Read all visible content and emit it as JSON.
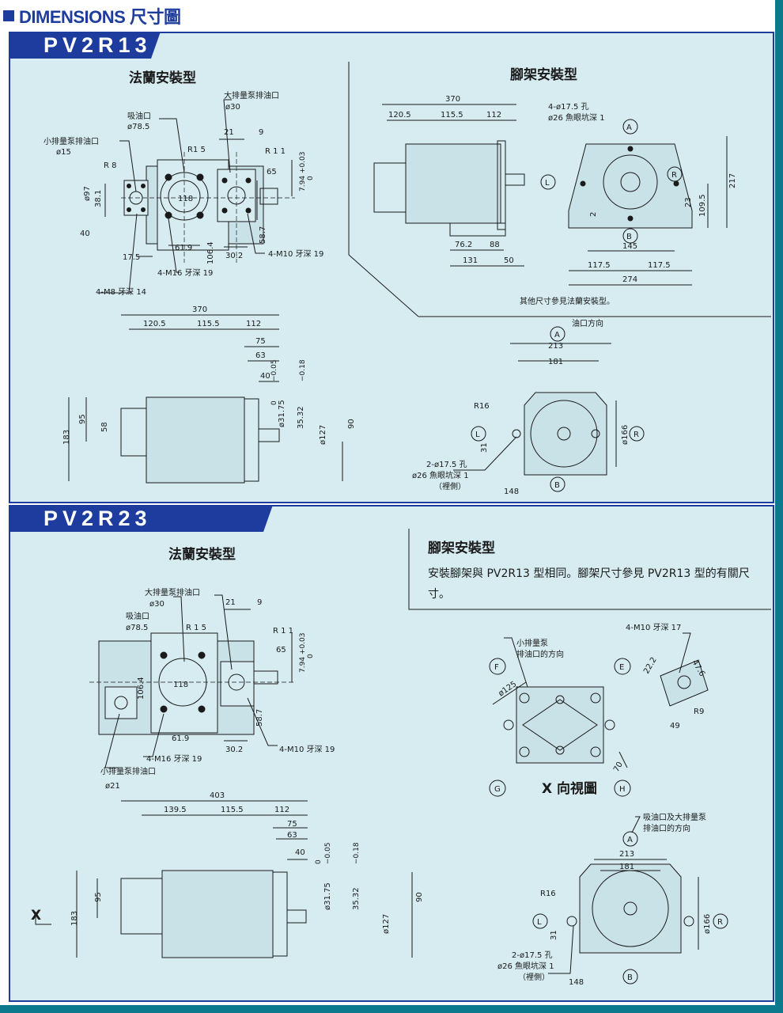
{
  "header": {
    "title": "DIMENSIONS 尺寸圖"
  },
  "pv2r13": {
    "tab": "PV2R13",
    "flange_title": "法蘭安裝型",
    "foot_title": "腳架安裝型",
    "flange": {
      "small_port": "小排量泵排油口",
      "small_port_dia": "ø15",
      "suction": "吸油口",
      "suction_dia": "ø78.5",
      "large_port": "大排量泵排油口",
      "large_port_dia": "ø30",
      "r8": "R 8",
      "r15": "R1 5",
      "r11": "R 1 1",
      "d97": "ø97",
      "d38_1": "38.1",
      "d40": "40",
      "d17_5": "17.5",
      "d61_9": "61.9",
      "d106_4": "106.4",
      "d30_2": "30.2",
      "d58_7": "58.7",
      "d118": "118",
      "d65": "65",
      "d21": "21",
      "d9": "9",
      "tol794": "7.94 +0.03",
      "tol794b": "0",
      "m16": "4-M16 牙深 19",
      "m10": "4-M10 牙深 19",
      "m8": "4-M8 牙深 14"
    },
    "foot": {
      "d370": "370",
      "d120_5": "120.5",
      "d115_5": "115.5",
      "d112": "112",
      "d76_2": "76.2",
      "d88": "88",
      "d131": "131",
      "d50": "50",
      "holes": "4-ø17.5 孔",
      "spot": "ø26 魚眼坑深 1",
      "d2": "2",
      "d145": "145",
      "d117_5a": "117.5",
      "d117_5b": "117.5",
      "d274": "274",
      "d23": "23",
      "d109_5": "109.5",
      "d217": "217",
      "note": "其他尺寸參見法蘭安裝型。"
    },
    "side": {
      "d370": "370",
      "d120_5": "120.5",
      "d115_5": "115.5",
      "d112": "112",
      "d75": "75",
      "d63": "63",
      "d40": "40",
      "tol0": "0",
      "tol005": "−0.05",
      "tol018": "−0.18",
      "d31_75": "ø31.75",
      "d35_32": "35.32",
      "d127": "ø127",
      "d95": "95",
      "d58": "58",
      "d183": "183",
      "d90": "90"
    },
    "view": {
      "port_dir": "油口方向",
      "d213": "213",
      "d181": "181",
      "r16": "R16",
      "d31": "31",
      "d166": "ø166",
      "d148": "148",
      "holes": "2-ø17.5 孔",
      "spot": "ø26 魚眼坑深 1",
      "inner": "（裡側）"
    }
  },
  "pv2r23": {
    "tab": "PV2R23",
    "flange_title": "法蘭安裝型",
    "foot_title": "腳架安裝型",
    "foot_note": "安裝腳架與 PV2R13 型相同。腳架尺寸參見 PV2R13 型的有關尺寸。",
    "flange": {
      "large_port": "大排量泵排油口",
      "large_port_dia": "ø30",
      "suction": "吸油口",
      "suction_dia": "ø78.5",
      "r15": "R 1 5",
      "r11": "R 1 1",
      "d21": "21",
      "d9": "9",
      "tol794": "7.94 +0.03",
      "tol794b": "0",
      "d65": "65",
      "d118": "118",
      "d106_4": "106.4",
      "d61_9": "61.9",
      "d30_2": "30.2",
      "d58_7": "58.7",
      "m16": "4-M16 牙深 19",
      "m10": "4-M10 牙深 19",
      "small_port": "小排量泵排油口",
      "small_port_dia": "ø21"
    },
    "xview": {
      "small_dir": "小排量泵",
      "small_dir2": "排油口的方向",
      "m10": "4-M10 牙深 17",
      "d22_2": "22.2",
      "d47_6": "47.6",
      "r9": "R9",
      "d49": "49",
      "d125": "ø125",
      "d70": "70",
      "title": "X 向視圖"
    },
    "side": {
      "d403": "403",
      "d139_5": "139.5",
      "d115_5": "115.5",
      "d112": "112",
      "d75": "75",
      "d63": "63",
      "d40": "40",
      "tol0": "0",
      "tol005": "−0.05",
      "tol018": "−0.18",
      "d31_75": "ø31.75",
      "d35_32": "35.32",
      "d127": "ø127",
      "d95": "95",
      "d183": "183",
      "d90": "90",
      "xlabel": "X"
    },
    "view": {
      "port_dir": "吸油口及大排量泵",
      "port_dir2": "排油口的方向",
      "d213": "213",
      "d181": "181",
      "r16": "R16",
      "d31": "31",
      "d166": "ø166",
      "d148": "148",
      "holes": "2-ø17.5 孔",
      "spot": "ø26 魚眼坑深 1",
      "inner": "（裡側）"
    }
  },
  "markers": {
    "A": "A",
    "B": "B",
    "R": "R",
    "L": "L",
    "E": "E",
    "F": "F",
    "G": "G",
    "H": "H"
  }
}
